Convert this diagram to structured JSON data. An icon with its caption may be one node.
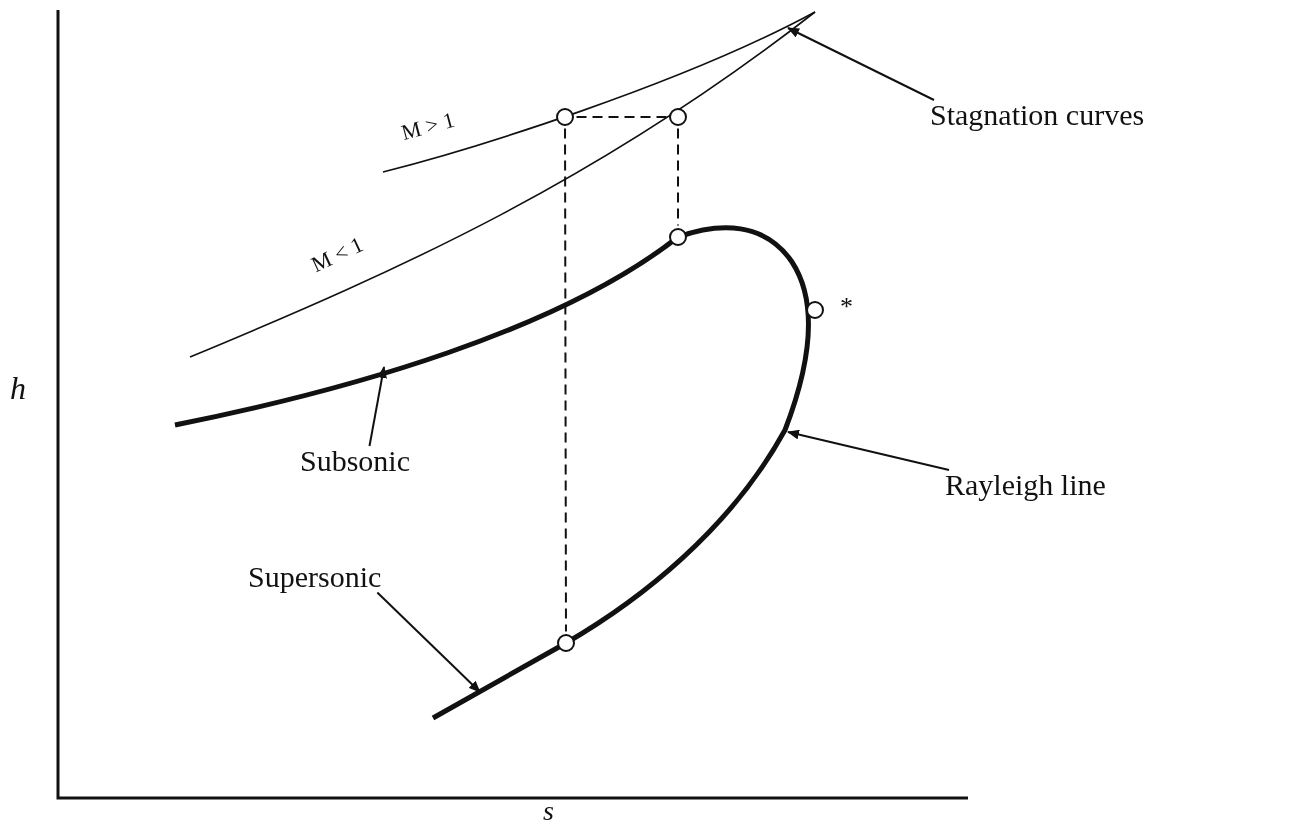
{
  "diagram": {
    "nodes": [
      {
        "text": [
          "Stagnation curves"
        ]
      },
      {
        "text": [
          "Subsonic"
        ]
      },
      {
        "text": [
          "Supersonic"
        ]
      },
      {
        "text": [
          "Rayleigh line"
        ]
      },
      {
        "text": [],
        "shape": "circle"
      },
      {
        "text": [],
        "shape": "circle"
      },
      {
        "text": [],
        "shape": "circle"
      },
      {
        "text": [],
        "shape": "circle",
        "beside": [
          "*"
        ]
      },
      {
        "text": [],
        "shape": "circle"
      }
    ],
    "edges": [
      {
        "from": 0,
        "to": null,
        "arrow": "to"
      },
      {
        "from": 1,
        "to": null,
        "arrow": "to"
      },
      {
        "from": 2,
        "to": null,
        "arrow": "to"
      },
      {
        "from": 3,
        "to": null,
        "arrow": "to"
      },
      {
        "from": 4,
        "to": 5,
        "arrow": "none",
        "style": "dashed"
      },
      {
        "from": 5,
        "to": 6,
        "arrow": "none",
        "style": "dashed"
      },
      {
        "from": 4,
        "to": 8,
        "arrow": "none",
        "style": "dashed"
      }
    ],
    "labels": [
      "M > 1",
      "M < 1",
      "h",
      "s"
    ]
  }
}
